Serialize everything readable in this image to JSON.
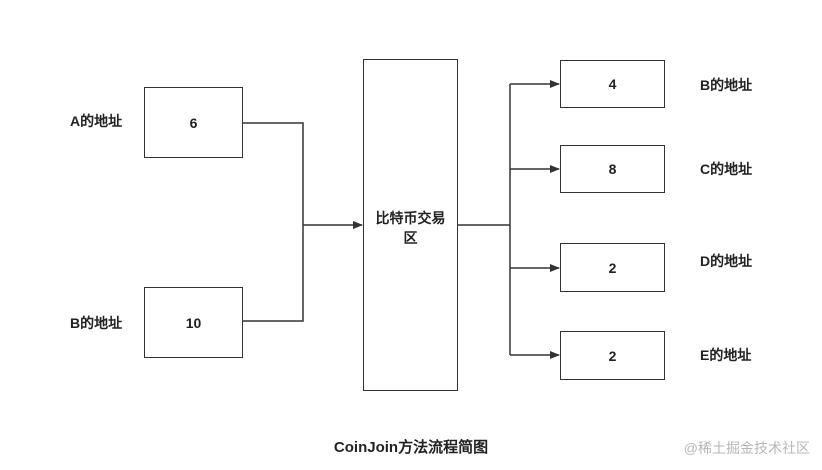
{
  "inputs": [
    {
      "label": "A的地址",
      "amount": "6"
    },
    {
      "label": "B的地址",
      "amount": "10"
    }
  ],
  "center": {
    "label_line1": "比特币交易",
    "label_line2": "区"
  },
  "outputs": [
    {
      "label": "B的地址",
      "amount": "4"
    },
    {
      "label": "C的地址",
      "amount": "8"
    },
    {
      "label": "D的地址",
      "amount": "2"
    },
    {
      "label": "E的地址",
      "amount": "2"
    }
  ],
  "caption": "CoinJoin方法流程简图",
  "watermark": "@稀土掘金技术社区"
}
